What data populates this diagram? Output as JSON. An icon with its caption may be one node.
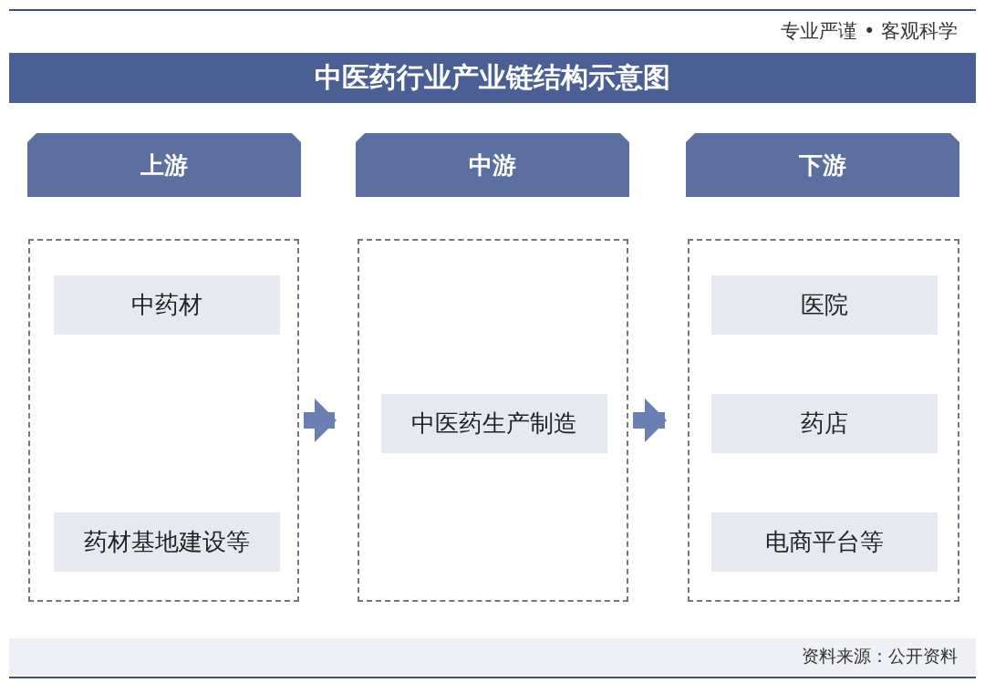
{
  "diagram": {
    "title": "中医药行业产业链结构示意图",
    "nodes": [
      {
        "text": [
          "上游"
        ]
      },
      {
        "text": [
          "中游"
        ]
      },
      {
        "text": [
          "下游"
        ]
      },
      {
        "text": [],
        "shape": "box"
      },
      {
        "text": [
          "中药材"
        ],
        "in": 3
      },
      {
        "text": [
          "药材基地建设等"
        ],
        "in": 3
      },
      {
        "text": [],
        "shape": "box"
      },
      {
        "text": [
          "中医药生产制造"
        ],
        "in": 6
      },
      {
        "text": [],
        "shape": "box"
      },
      {
        "text": [
          "医院"
        ],
        "in": 8
      },
      {
        "text": [
          "药店"
        ],
        "in": 8
      },
      {
        "text": [
          "电商平台等"
        ],
        "in": 8
      }
    ],
    "edges": [
      {
        "from": 3,
        "to": 6,
        "arrow": "to"
      },
      {
        "from": 6,
        "to": 8,
        "arrow": "to"
      }
    ],
    "labels": [
      "专业严谨 • 客观科学",
      "资料来源：公开资料"
    ]
  }
}
